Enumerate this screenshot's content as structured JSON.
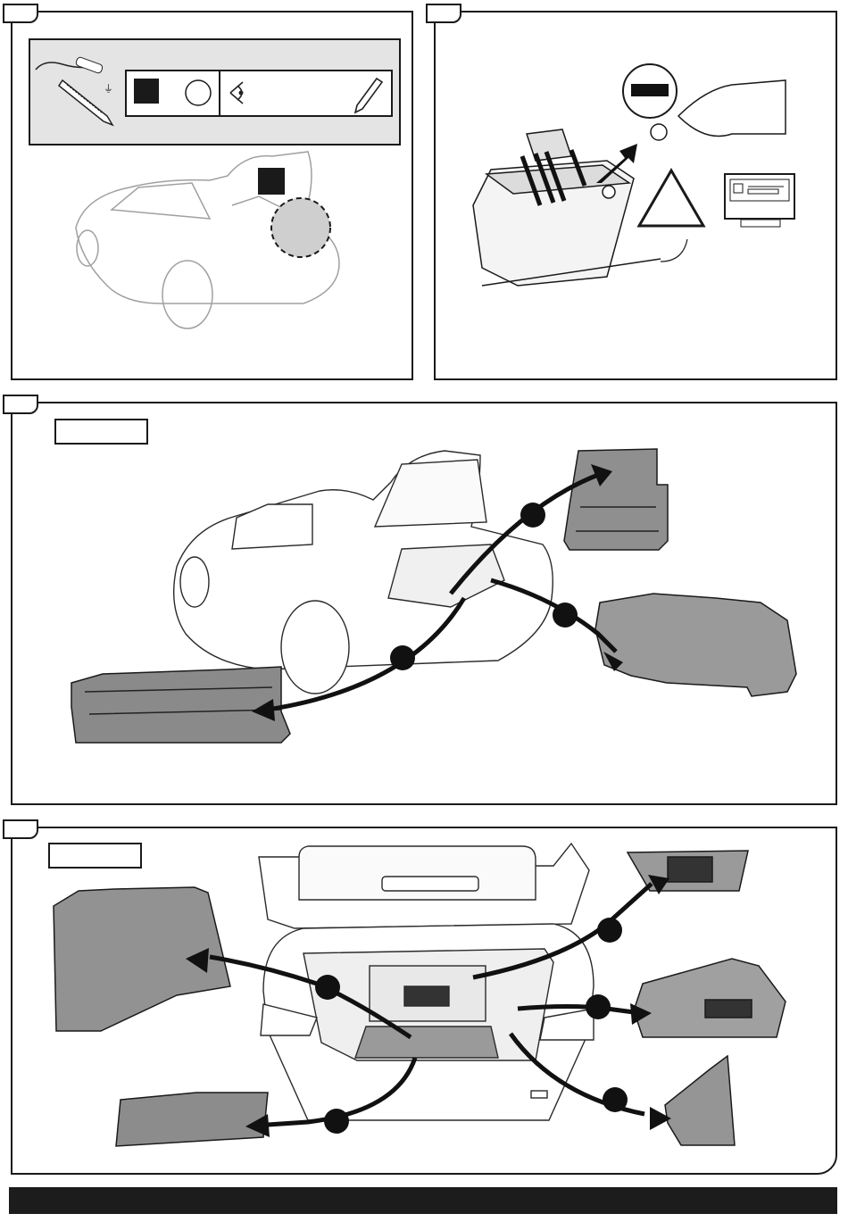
{
  "page": {
    "description_note": "",
    "panels": [
      {
        "id": "panel-1",
        "step": "",
        "label": ""
      },
      {
        "id": "panel-2",
        "step": "",
        "label": ""
      },
      {
        "id": "panel-3",
        "step": "",
        "label": ""
      },
      {
        "id": "panel-4",
        "step": "",
        "label": ""
      }
    ]
  },
  "tools": {
    "black_square": "",
    "circle": "",
    "eye_icon": "eye-icon",
    "pen_icon": "pen-icon",
    "tester_icon": "circuit-tester-icon"
  },
  "battery": {
    "minus_sign": "−",
    "warning_icon": "warning-triangle-icon",
    "display_icon": "radio-display-icon"
  },
  "callouts_panel3": [
    "",
    "",
    ""
  ],
  "callouts_panel4": [
    "",
    "",
    "",
    "",
    ""
  ],
  "colors": {
    "line": "#1a1a1a",
    "part_fill": "#8a8a8a",
    "car_line": "#9a9a9a",
    "arrow": "#111111",
    "footer": "#1c1c1c"
  }
}
